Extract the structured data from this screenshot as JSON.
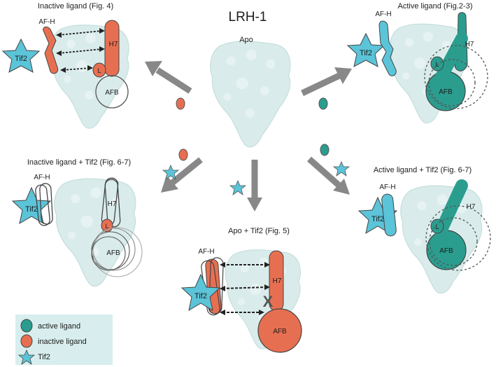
{
  "title": "LRH-1",
  "colors": {
    "active": "#2a9d8f",
    "inactive": "#e76f51",
    "tif2": "#5bc4d8",
    "protein": "#d9eceb",
    "arrow": "#888888",
    "legend_bg": "#d8eeee"
  },
  "panels": {
    "apo": {
      "caption": "Apo"
    },
    "inactive": {
      "caption": "Inactive ligand (Fig. 4)",
      "afh": "AF-H",
      "h7": "H7",
      "l": "L",
      "afb": "AFB",
      "tif2": "Tif2"
    },
    "active": {
      "caption": "Active ligand (Fig.2-3)",
      "afh": "AF-H",
      "h7": "H7",
      "l": "L",
      "afb": "AFB",
      "tif2": "Tif2"
    },
    "inactive_tif2": {
      "caption": "Inactive ligand + Tif2 (Fig. 6-7)",
      "afh": "AF-H",
      "h7": "H7",
      "l": "L",
      "afb": "AFB",
      "tif2": "Tif2"
    },
    "active_tif2": {
      "caption": "Active ligand + Tif2 (Fig. 6-7)",
      "afh": "AF-H",
      "h7": "H7",
      "l": "L",
      "afb": "AFB",
      "tif2": "Tif2"
    },
    "apo_tif2": {
      "caption": "Apo + Tif2 (Fig. 5)",
      "afh": "AF-H",
      "h7": "H7",
      "afb": "AFB",
      "tif2": "Tif2",
      "x_mark": "X"
    }
  },
  "legend": {
    "items": [
      {
        "label": "active ligand",
        "icon": "teal-oval"
      },
      {
        "label": "inactive ligand",
        "icon": "red-oval"
      },
      {
        "label": "Tif2",
        "icon": "blue-star"
      }
    ]
  }
}
